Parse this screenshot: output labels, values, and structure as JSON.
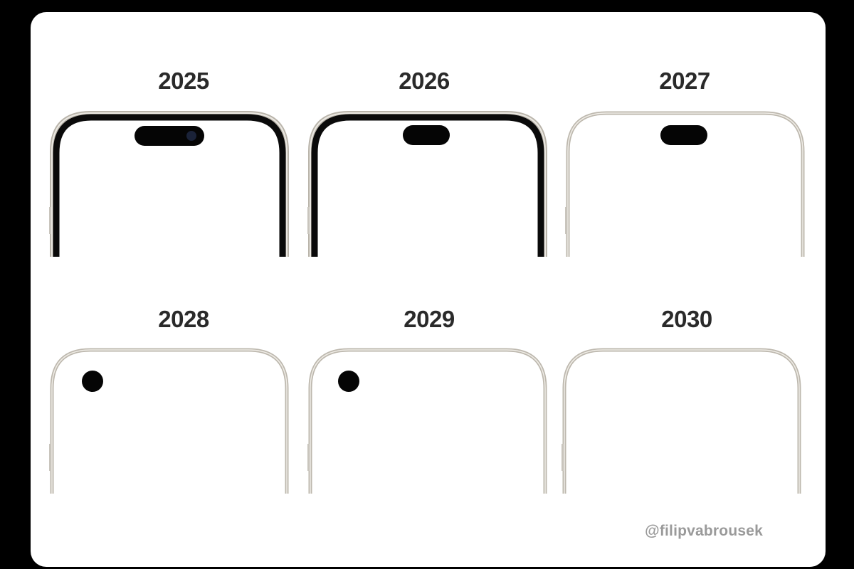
{
  "items": [
    {
      "year": "2025",
      "frame": "titanium",
      "bezel": "thick",
      "cutout": "dynamic-island-with-camera"
    },
    {
      "year": "2026",
      "frame": "titanium",
      "bezel": "thick",
      "cutout": "small-dynamic-island"
    },
    {
      "year": "2027",
      "frame": "titanium",
      "bezel": "none",
      "cutout": "small-dynamic-island"
    },
    {
      "year": "2028",
      "frame": "titanium",
      "bezel": "none",
      "cutout": "corner-punch-hole"
    },
    {
      "year": "2029",
      "frame": "titanium",
      "bezel": "none",
      "cutout": "corner-punch-hole"
    },
    {
      "year": "2030",
      "frame": "titanium",
      "bezel": "none",
      "cutout": "none"
    }
  ],
  "credit": "@filipvabrousek",
  "colors": {
    "background": "#000000",
    "card": "#ffffff",
    "frame": "#c9c5bd",
    "bezel": "#0a0a0a",
    "label": "#2a2a2a",
    "credit": "#9a9a9a"
  }
}
